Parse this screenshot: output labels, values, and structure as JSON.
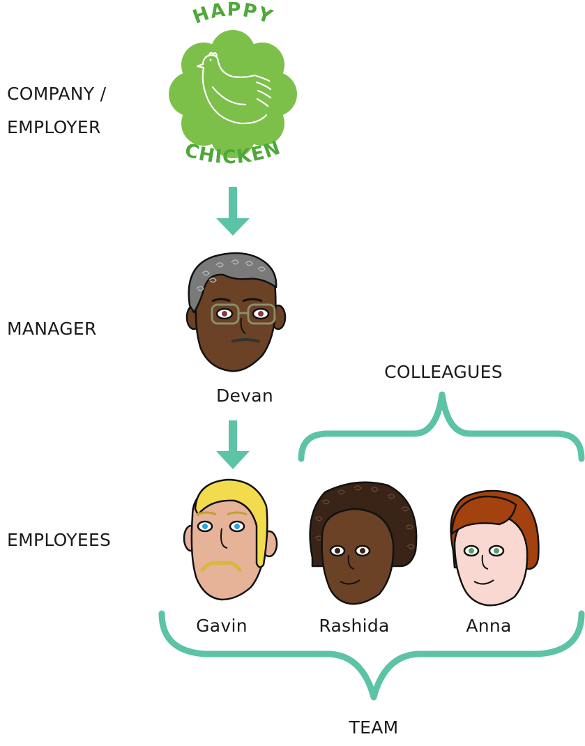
{
  "roles": {
    "company_line1": "COMPANY /",
    "company_line2": "EMPLOYER",
    "manager": "MANAGER",
    "employees": "EMPLOYEES"
  },
  "logo": {
    "top_text": "HAPPY",
    "bottom_text": "CHICKEN",
    "icon": "chicken-icon",
    "color": "#7cc04a",
    "text_color": "#4ea83a"
  },
  "people": {
    "manager": "Devan",
    "employees": [
      "Gavin",
      "Rashida",
      "Anna"
    ]
  },
  "groups": {
    "colleagues": "COLLEAGUES",
    "team": "TEAM"
  },
  "colors": {
    "accent": "#5cc3a6"
  }
}
